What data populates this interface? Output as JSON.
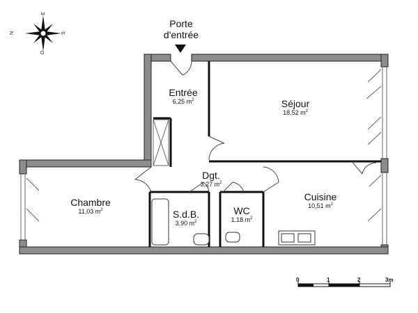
{
  "entrance": {
    "line1": "Porte",
    "line2": "d'entrée"
  },
  "compass": {
    "n": "N",
    "e": "E",
    "s": "S",
    "o": "O"
  },
  "rooms": [
    {
      "id": "entree",
      "name": "Entrée",
      "area": "6,25 m",
      "unit_sup": "2"
    },
    {
      "id": "sejour",
      "name": "Séjour",
      "area": "18,52 m",
      "unit_sup": "2"
    },
    {
      "id": "dgt",
      "name": "Dgt.",
      "area": "3,27 m",
      "unit_sup": "2"
    },
    {
      "id": "chambre",
      "name": "Chambre",
      "area": "11,03 m",
      "unit_sup": "2"
    },
    {
      "id": "sdb",
      "name": "S.d.B.",
      "area": "3,90 m",
      "unit_sup": "2"
    },
    {
      "id": "wc",
      "name": "WC",
      "area": "1,18 m",
      "unit_sup": "2"
    },
    {
      "id": "cuisine",
      "name": "Cuisine",
      "area": "10,51 m",
      "unit_sup": "2"
    }
  ],
  "scale": {
    "ticks": [
      "0",
      "1",
      "2",
      "3m"
    ]
  },
  "colors": {
    "wall": "#8c8c8c",
    "wall_outline": "#222222",
    "partition": "#111111"
  }
}
